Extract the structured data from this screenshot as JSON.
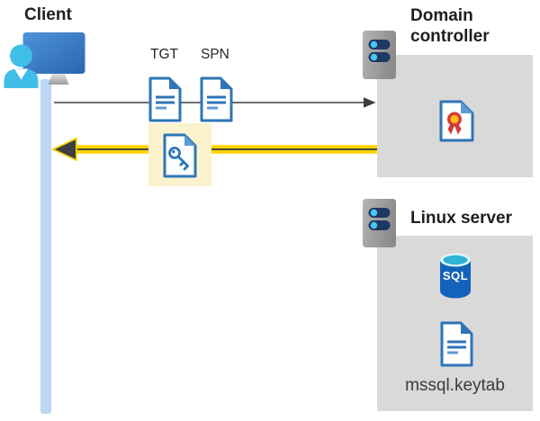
{
  "client": {
    "label": "Client",
    "icon": "client-workstation-icon"
  },
  "tickets": {
    "tgt_label": "TGT",
    "spn_label": "SPN",
    "tgt_icon": "document-icon",
    "spn_icon": "document-icon",
    "key_ticket_icon": "key-document-icon"
  },
  "domain_controller": {
    "label": "Domain controller",
    "server_icon": "server-icon",
    "certificate_icon": "certificate-icon"
  },
  "linux_server": {
    "label": "Linux server",
    "server_icon": "server-icon",
    "sql_icon": "sql-database-icon",
    "sql_text": "SQL",
    "keytab_icon": "document-icon",
    "keytab_label": "mssql.keytab"
  },
  "colors": {
    "accent_yellow": "#ffd400",
    "highlight_yellow": "#fbf3ce",
    "panel_gray": "#d9d9d9",
    "doc_blue": "#2e75b6",
    "lifeline_blue": "#bdd7f5",
    "arrow_gray": "#58595b",
    "navy_slot": "#1f3864",
    "cyan_dot": "#47c9f1"
  }
}
